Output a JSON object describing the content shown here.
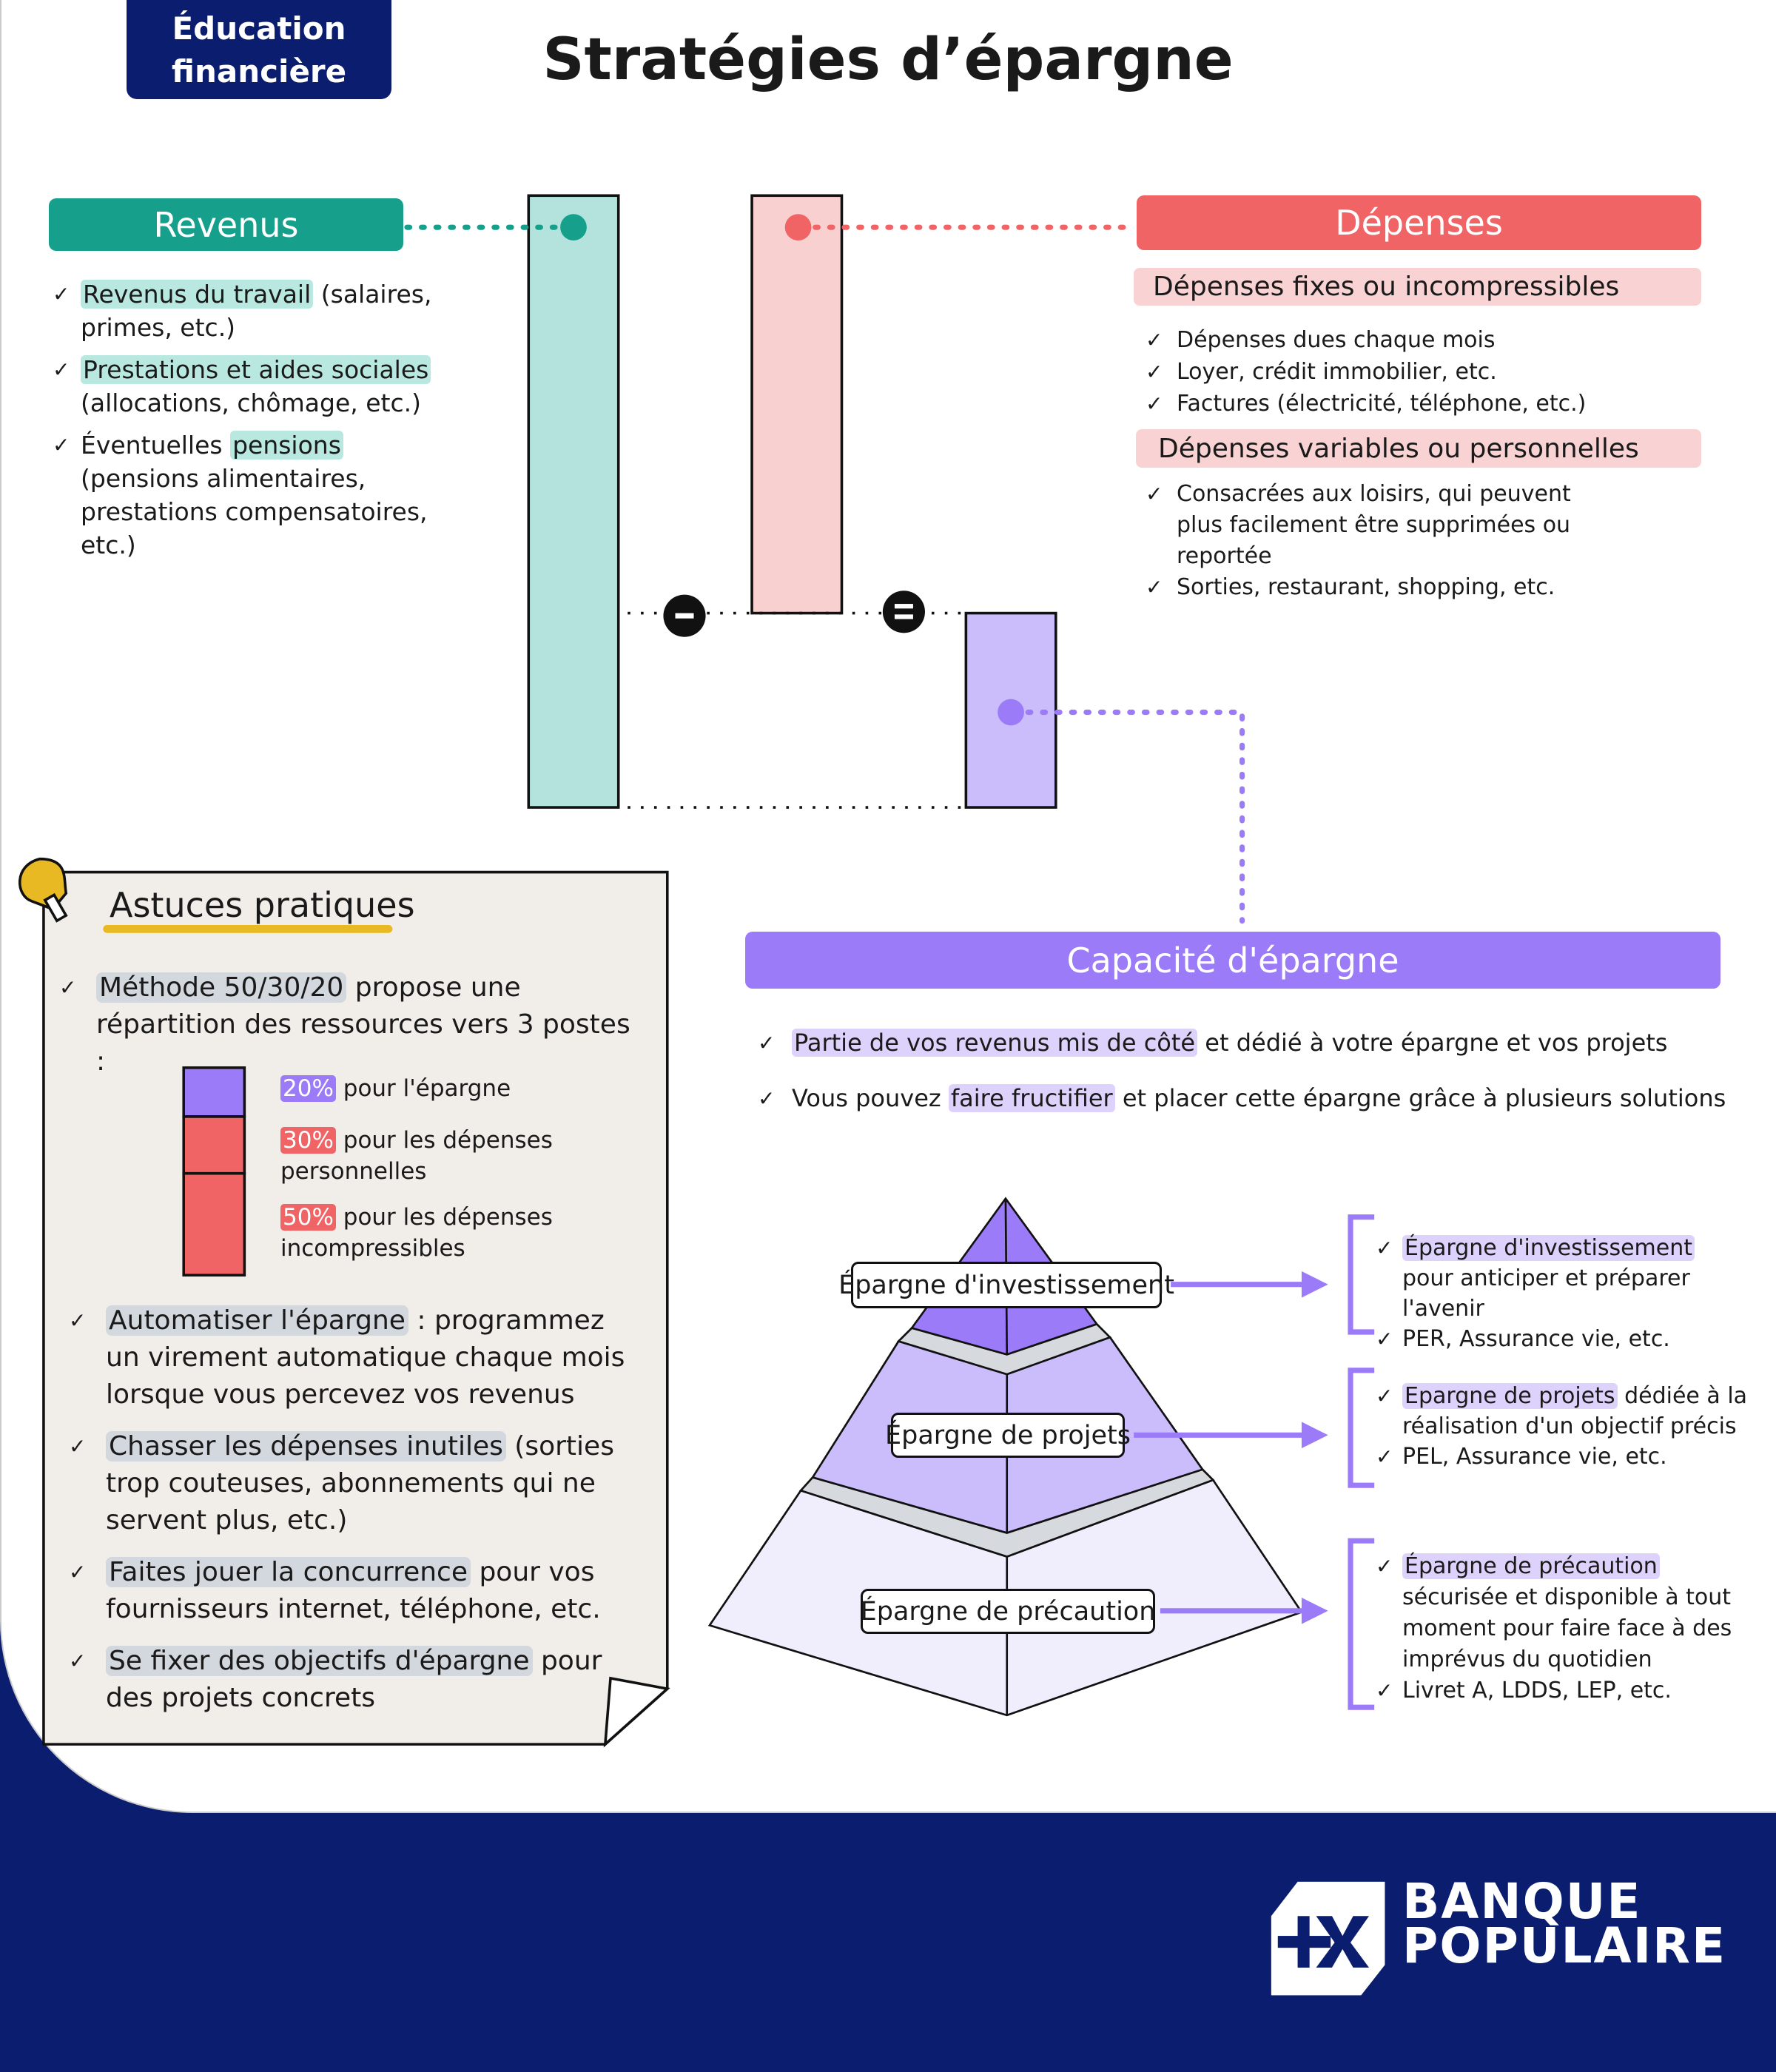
{
  "badge": {
    "line1": "Éducation",
    "line2": "financière"
  },
  "title": "Stratégies d’épargne",
  "revenus": {
    "header": "Revenus",
    "items": [
      {
        "hl": "Revenus du travail",
        "rest": " (salaires, primes, etc.)"
      },
      {
        "hl": "Prestations et aides sociales",
        "rest": " (allocations, chômage, etc.)"
      },
      {
        "pre": "Éventuelles ",
        "hl": "pensions",
        "rest": " (pensions alimentaires, prestations compensatoires, etc.)"
      }
    ]
  },
  "depenses": {
    "header": "Dépenses",
    "fixes": {
      "title": "Dépenses fixes ou incompressibles",
      "items": [
        "Dépenses dues chaque mois",
        "Loyer, crédit immobilier, etc.",
        "Factures (électricité, téléphone, etc.)"
      ]
    },
    "variables": {
      "title": "Dépenses variables ou personnelles",
      "items": [
        "Consacrées aux loisirs, qui peuvent plus facilement être supprimées ou reportée",
        "Sorties, restaurant, shopping, etc."
      ]
    }
  },
  "operators": {
    "minus": "-",
    "equals": "="
  },
  "astuces": {
    "title": "Astuces pratiques",
    "methode": {
      "hl": "Méthode 50/30/20",
      "rest": " propose une répartition des ressources vers 3 postes :"
    },
    "split": [
      {
        "pct": "20%",
        "label": "pour l'épargne",
        "value": 20,
        "color": "#9b7bf7"
      },
      {
        "pct": "30%",
        "label": "pour les dépenses personnelles",
        "value": 30,
        "color": "#f06466"
      },
      {
        "pct": "50%",
        "label": "pour les dépenses incompressibles",
        "value": 50,
        "color": "#f06466"
      }
    ],
    "tips": [
      {
        "hl": "Automatiser l'épargne",
        "rest": " :  programmez un virement automatique chaque mois lorsque vous percevez vos revenus"
      },
      {
        "hl": "Chasser les dépenses inutiles",
        "rest": " (sorties trop couteuses, abonnements qui ne servent plus, etc.)"
      },
      {
        "hl": "Faites jouer la concurrence",
        "rest": " pour vos fournisseurs internet, téléphone, etc."
      },
      {
        "hl": "Se fixer des objectifs d'épargne",
        "rest": " pour des projets concrets"
      }
    ]
  },
  "capacite": {
    "header": "Capacité d'épargne",
    "line1": {
      "hl": "Partie de vos revenus mis de côté",
      "rest": " et dédié à votre épargne et vos projets"
    },
    "line2": {
      "pre": "Vous pouvez ",
      "hl": "faire fructifier",
      "rest": " et placer cette épargne grâce à plusieurs solutions"
    }
  },
  "pyramid": [
    {
      "label": "Épargne d'investissement",
      "hl": "Épargne d'investissement",
      "rest": " pour anticiper et préparer l'avenir",
      "item2": "PER, Assurance vie, etc."
    },
    {
      "label": "Épargne de projets",
      "hl": "Epargne de projets",
      "rest": " dédiée à la réalisation d'un objectif précis",
      "item2": "PEL, Assurance vie, etc."
    },
    {
      "label": "Épargne de précaution",
      "hl": "Épargne de précaution",
      "rest": " sécurisée et disponible à tout moment pour faire face à des imprévus du quotidien",
      "item2": "Livret A, LDDS, LEP, etc."
    }
  ],
  "footer": {
    "brand1": "BANQUE",
    "brand2": "POPULAIRE"
  },
  "colors": {
    "navy": "#0a1d6e",
    "teal": "#16a08c",
    "red": "#f06466",
    "purple": "#9b7bf7",
    "yellow": "#e8b923"
  }
}
